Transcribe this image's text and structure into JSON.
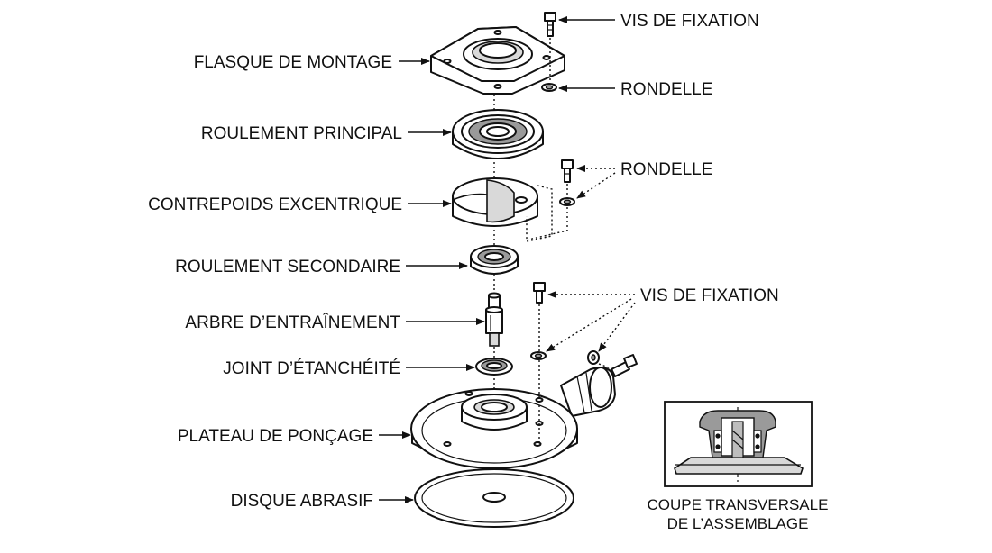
{
  "labels": {
    "mounting_flange": "FLASQUE DE MONTAGE",
    "main_bearing": "ROULEMENT PRINCIPAL",
    "eccentric_counterweight": "CONTREPOIDS EXCENTRIQUE",
    "secondary_bearing": "ROULEMENT SECONDAIRE",
    "drive_shaft": "ARBRE D’ENTRAÎNEMENT",
    "seal": "JOINT D’ÉTANCHÉITÉ",
    "sanding_pad": "PLATEAU DE PONÇAGE",
    "abrasive_disc": "DISQUE ABRASIF",
    "fixing_screw_top": "VIS DE FIXATION",
    "washer_top": "RONDELLE",
    "washer_mid": "RONDELLE",
    "fixing_screw_mid": "VIS DE FIXATION"
  },
  "inset": {
    "caption_line1": "COUPE TRANSVERSALE",
    "caption_line2": "DE L’ASSEMBLAGE"
  },
  "colors": {
    "ink": "#111111",
    "shade": "#d9d9d9",
    "dark_shade": "#9a9a9a",
    "background": "#ffffff"
  }
}
